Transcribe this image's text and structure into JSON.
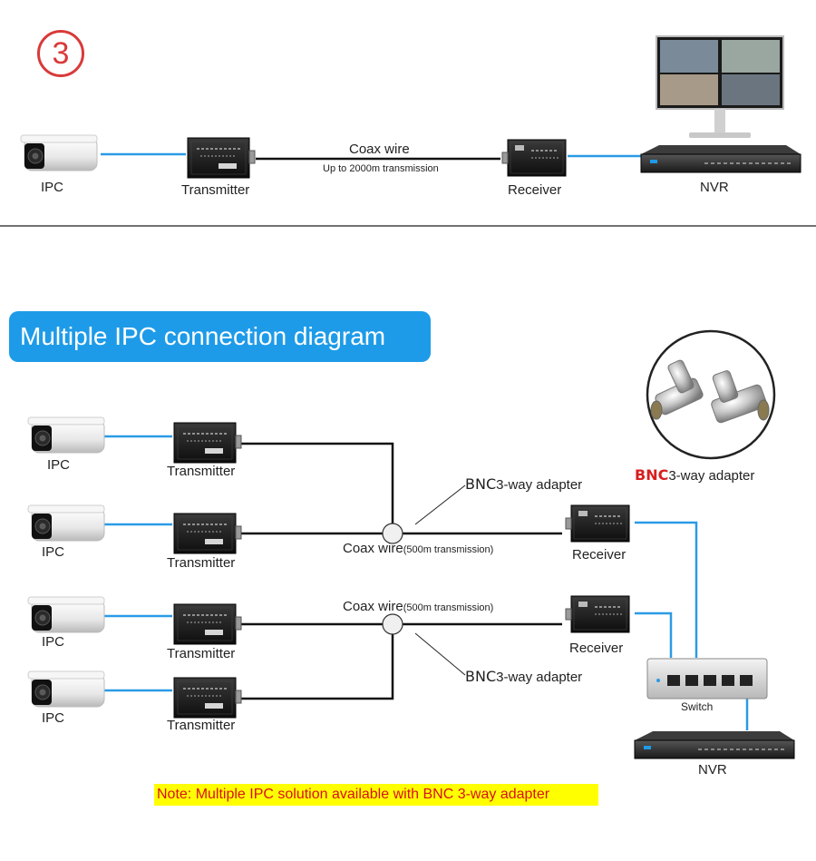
{
  "step_number": "3",
  "top": {
    "ipc": "IPC",
    "transmitter": "Transmitter",
    "coax": "Coax wire",
    "distance": "Up to 2000m transmission",
    "receiver": "Receiver",
    "nvr": "NVR"
  },
  "banner": "Multiple IPC connection diagram",
  "multi": {
    "ipc": [
      "IPC",
      "IPC",
      "IPC",
      "IPC"
    ],
    "transmitter": [
      "Transmitter",
      "Transmitter",
      "Transmitter",
      "Transmitter"
    ],
    "receiver": [
      "Receiver",
      "Receiver"
    ],
    "coax_label": "Coax wire",
    "coax_distance": "(500m transmission)",
    "bnc": "BNC",
    "adapter_text": "3-way adapter",
    "switch": "Switch",
    "nvr": "NVR"
  },
  "note": "Note: Multiple IPC solution available with BNC 3-way adapter",
  "colors": {
    "accent": "#1e9be8",
    "badge": "#d93a3a",
    "note_bg": "#ffff00",
    "note_text": "#d8101a",
    "bnc_red": "#d81f1f"
  }
}
